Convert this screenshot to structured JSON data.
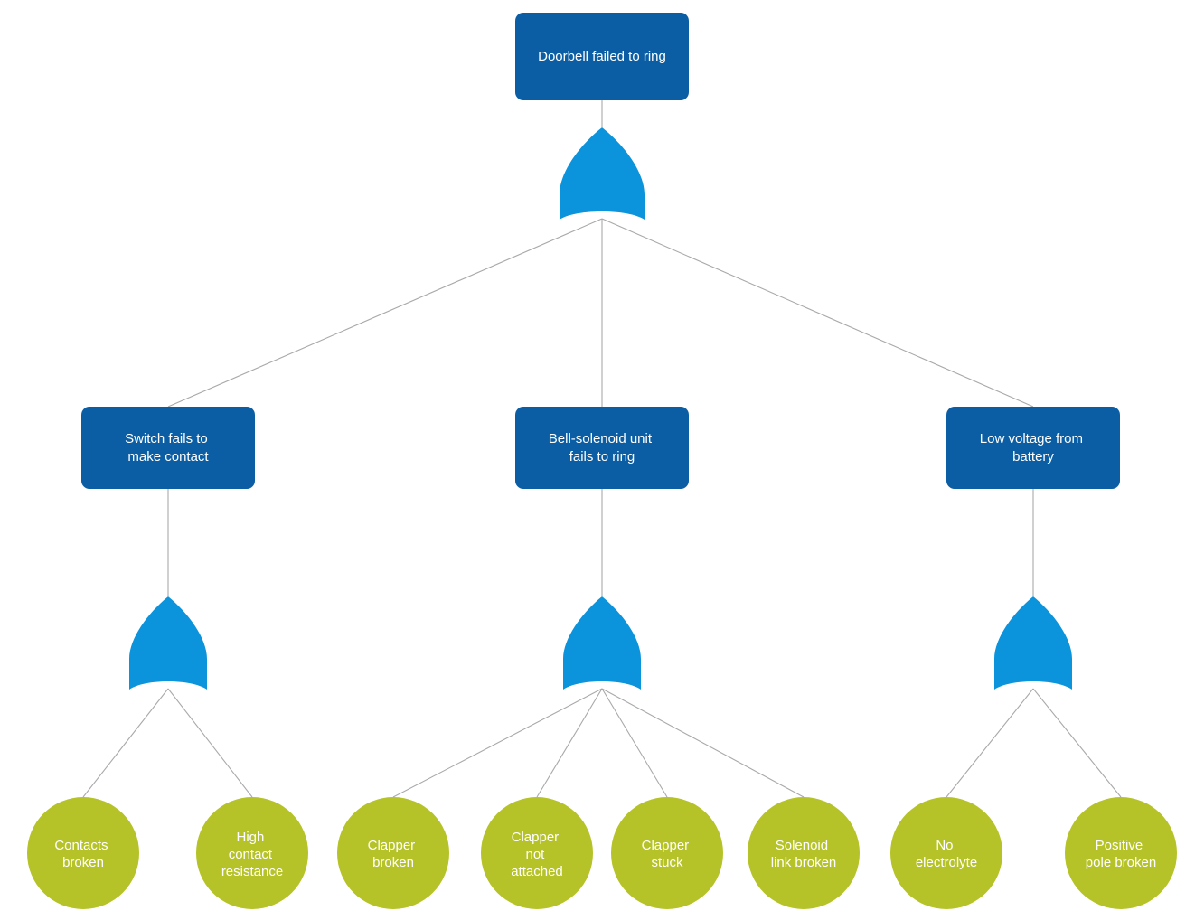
{
  "diagram": {
    "type": "fault-tree",
    "title": "Doorbell failed to ring fault tree",
    "colors": {
      "event_box": "#0b5ea4",
      "gate": "#0b93db",
      "basic_event": "#b5c328",
      "connector": "#a9a9a9",
      "label_text": "#ffffff",
      "background": "#ffffff"
    },
    "top_event": {
      "id": "top",
      "label_lines": [
        "Doorbell failed to ring"
      ],
      "shape": "rounded-rectangle"
    },
    "gates": [
      {
        "id": "gate-top",
        "type": "or-gate",
        "parent": "top"
      },
      {
        "id": "gate-switch",
        "type": "or-gate",
        "parent": "switch-fails"
      },
      {
        "id": "gate-bell",
        "type": "or-gate",
        "parent": "bell-solenoid"
      },
      {
        "id": "gate-battery",
        "type": "or-gate",
        "parent": "low-voltage"
      }
    ],
    "intermediate_events": [
      {
        "id": "switch-fails",
        "label_lines": [
          "Switch fails to",
          "make contact"
        ],
        "shape": "rounded-rectangle"
      },
      {
        "id": "bell-solenoid",
        "label_lines": [
          "Bell-solenoid unit",
          "fails to ring"
        ],
        "shape": "rounded-rectangle"
      },
      {
        "id": "low-voltage",
        "label_lines": [
          "Low voltage from",
          "battery"
        ],
        "shape": "rounded-rectangle"
      }
    ],
    "basic_events": [
      {
        "id": "contacts-broken",
        "label_lines": [
          "Contacts",
          "broken"
        ],
        "parent_gate": "gate-switch"
      },
      {
        "id": "high-contact-resistance",
        "label_lines": [
          "High",
          "contact",
          "resistance"
        ],
        "parent_gate": "gate-switch"
      },
      {
        "id": "clapper-broken",
        "label_lines": [
          "Clapper",
          "broken"
        ],
        "parent_gate": "gate-bell"
      },
      {
        "id": "clapper-not-attached",
        "label_lines": [
          "Clapper",
          "not",
          "attached"
        ],
        "parent_gate": "gate-bell"
      },
      {
        "id": "clapper-stuck",
        "label_lines": [
          "Clapper",
          "stuck"
        ],
        "parent_gate": "gate-bell"
      },
      {
        "id": "solenoid-link-broken",
        "label_lines": [
          "Solenoid",
          "link broken"
        ],
        "parent_gate": "gate-bell"
      },
      {
        "id": "no-electrolyte",
        "label_lines": [
          "No",
          "electrolyte"
        ],
        "parent_gate": "gate-battery"
      },
      {
        "id": "positive-pole-broken",
        "label_lines": [
          "Positive",
          "pole broken"
        ],
        "parent_gate": "gate-battery"
      }
    ]
  }
}
